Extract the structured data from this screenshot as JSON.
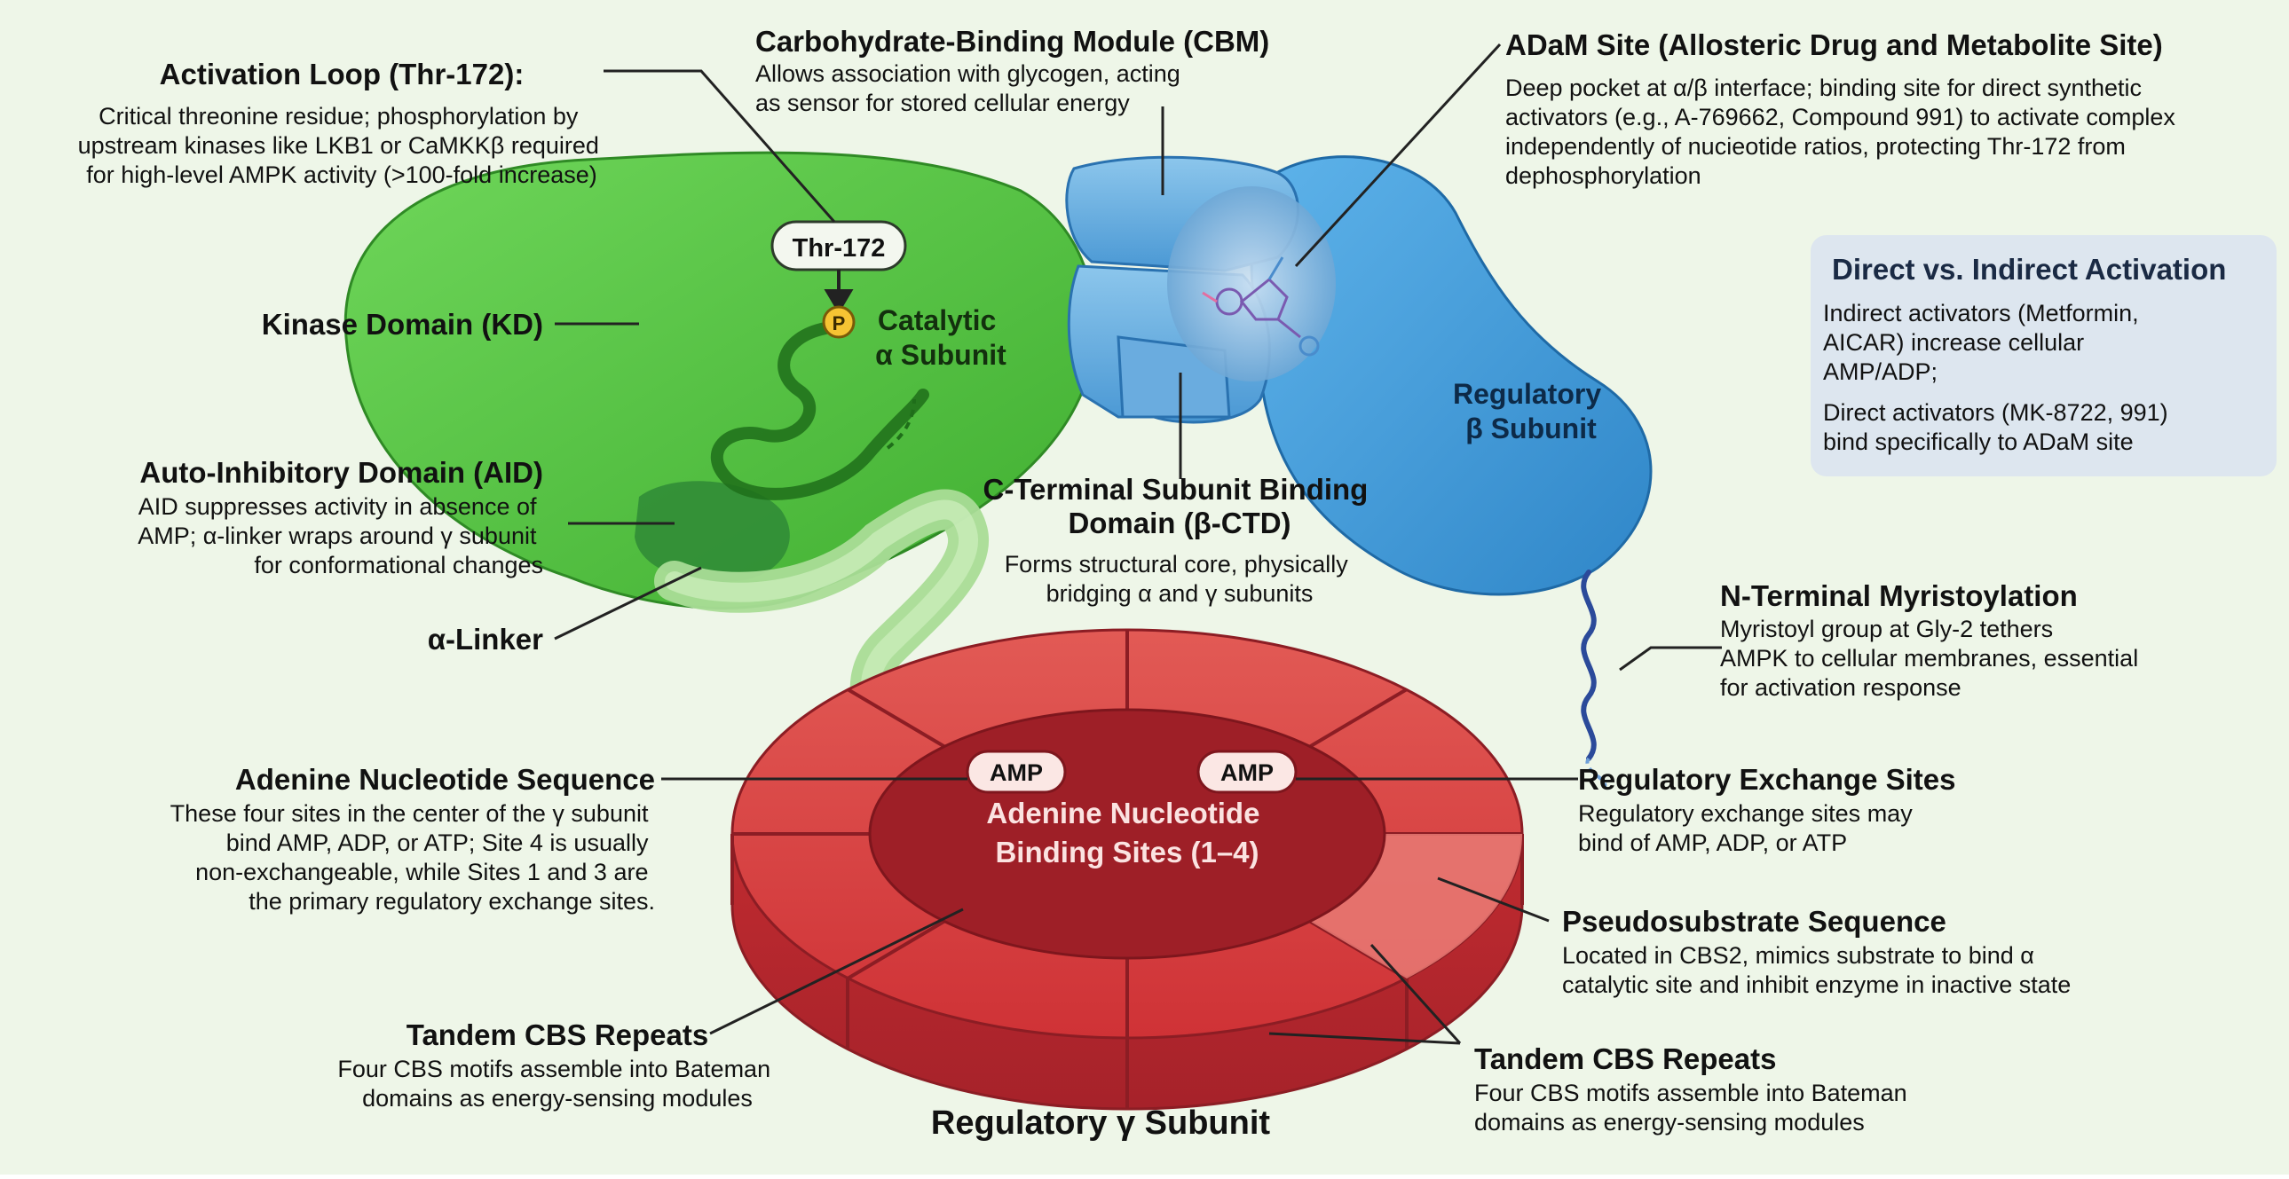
{
  "colors": {
    "background": "#eef6e8",
    "alpha_green": "#4fc43c",
    "beta_blue": "#3d9ad8",
    "gamma_red": "#d3353a",
    "linker_green": "#a9dc96",
    "info_box": "#dde6ef"
  },
  "labels": {
    "activation_loop": {
      "title": "Activation Loop (Thr-172):",
      "lines": [
        "Critical threonine residue; phosphorylation by",
        "upstream kinases like LKB1 or CaMKKβ required",
        "for high-level AMPK activity (>100-fold increase)"
      ]
    },
    "cbm": {
      "title": "Carbohydrate-Binding Module (CBM)",
      "lines": [
        "Allows association with glycogen, acting",
        "as sensor for stored cellular energy"
      ]
    },
    "adam": {
      "title": "ADaM Site (Allosteric Drug and Metabolite Site)",
      "lines": [
        "Deep pocket at α/β interface; binding site for direct synthetic",
        "activators (e.g., A-769662, Compound 991) to activate complex",
        "independently of nucieotide ratios, protecting Thr-172 from",
        "dephosphorylation"
      ]
    },
    "kinase_domain": {
      "title": "Kinase Domain (KD)"
    },
    "aid": {
      "title": "Auto-Inhibitory Domain (AID)",
      "lines": [
        "AID suppresses activity in absence of",
        "AMP; α-linker wraps around γ subunit",
        "for conformational changes"
      ]
    },
    "alpha_linker": {
      "title": "α-Linker"
    },
    "ctd": {
      "title_lines": [
        "C-Terminal Subunit Binding",
        "Domain (β-CTD)"
      ],
      "lines": [
        "Forms structural core, physically",
        "bridging α and γ subunits"
      ]
    },
    "myristoylation": {
      "title": "N-Terminal Myristoylation",
      "lines": [
        "Myristoyl group at Gly-2 tethers",
        "AMPK to cellular membranes, essential",
        "for activation response"
      ]
    },
    "adenine_sequence": {
      "title": "Adenine Nucleotide Sequence",
      "lines": [
        "These four sites in the center of the γ subunit",
        "bind AMP, ADP, or ATP; Site 4 is usually",
        "non-exchangeable, while Sites 1 and 3 are",
        "the primary regulatory exchange sites."
      ]
    },
    "exchange_sites": {
      "title": "Regulatory Exchange Sites",
      "lines": [
        "Regulatory exchange sites may",
        "bind of AMP, ADP, or ATP"
      ]
    },
    "pseudosubstrate": {
      "title": "Pseudosubstrate Sequence",
      "lines": [
        "Located in CBS2, mimics substrate to bind α",
        "catalytic site and inhibit enzyme in inactive state"
      ]
    },
    "cbs_left": {
      "title": "Tandem CBS Repeats",
      "lines": [
        "Four CBS motifs assemble into Bateman",
        "domains as energy-sensing modules"
      ]
    },
    "cbs_right": {
      "title": "Tandem CBS Repeats",
      "lines": [
        "Four CBS motifs assemble into Bateman",
        "domains as energy-sensing modules"
      ]
    },
    "gamma_title": "Regulatory γ Subunit"
  },
  "diagram": {
    "thr_badge": "Thr-172",
    "phospho_badge": "P",
    "catalytic_subunit": [
      "Catalytic",
      "α Subunit"
    ],
    "regulatory_beta": [
      "Regulatory",
      "β Subunit"
    ],
    "binding_sites": [
      "Adenine Nucleotide",
      "Binding Sites (1–4)"
    ],
    "amp_left": "AMP",
    "amp_right": "AMP"
  },
  "info_box": {
    "title": "Direct vs. Indirect Activation",
    "lines_1": [
      "Indirect activators (Metformin,",
      "AICAR) increase cellular",
      "AMP/ADP;"
    ],
    "lines_2": [
      "Direct activators (MK-8722, 991)",
      "bind specifically to ADaM site"
    ]
  }
}
